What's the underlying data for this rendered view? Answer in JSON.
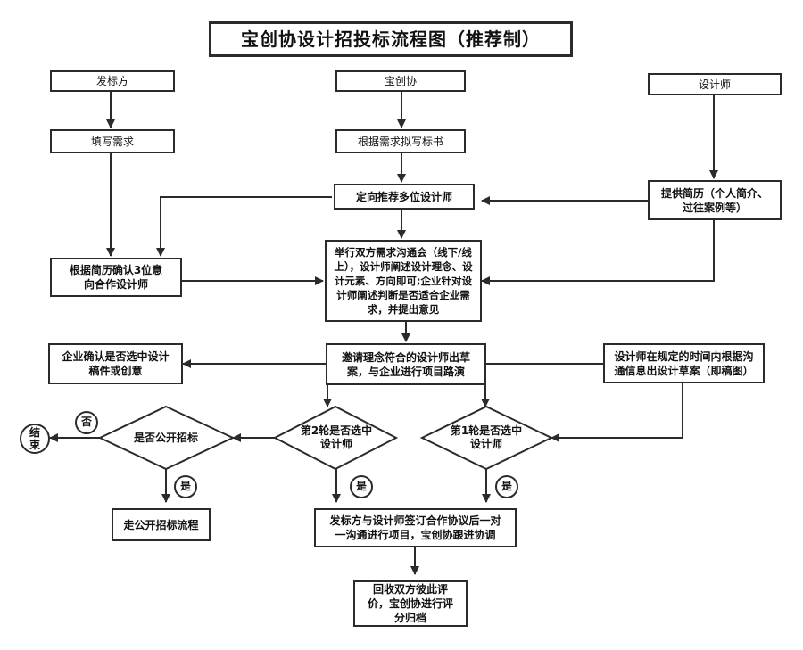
{
  "title": "宝创协设计招投标流程图（推荐制）",
  "columns": {
    "bidder": "发标方",
    "platform": "宝创协",
    "designer": "设计师"
  },
  "steps": {
    "fill_requirements": "填写需求",
    "draft_tender": "根据需求拟写标书",
    "recommend_designers": "定向推荐多位设计师",
    "provide_resume": "提供简历（个人简介、过往案例等）",
    "confirm_three": "根据简历确认3位意向合作设计师",
    "two_way_meeting": "举行双方需求沟通会（线下/线上），设计师阐述设计理念、设计元素、方向即可;企业针对设计师阐述判断是否适合企业需求，并提出意见",
    "invite_draft": "邀请理念符合的设计师出草案，与企业进行项目路演",
    "designer_draft": "设计师在规定的时间内根据沟通信息出设计草案（即稿图）",
    "enterprise_confirm": "企业确认是否选中设计稿件或创意",
    "public_tender_flow": "走公开招标流程",
    "sign_contract": "发标方与设计师签订合作协议后一对一沟通进行项目，宝创协跟进协调",
    "evaluate": "回收双方彼此评价，宝创协进行评分归档"
  },
  "decisions": {
    "public_tender": "是否公开招标",
    "round2": "第2轮是否选中设计师",
    "round1": "第1轮是否选中设计师"
  },
  "terminal": "结束",
  "labels": {
    "no": "否",
    "yes": "是"
  }
}
